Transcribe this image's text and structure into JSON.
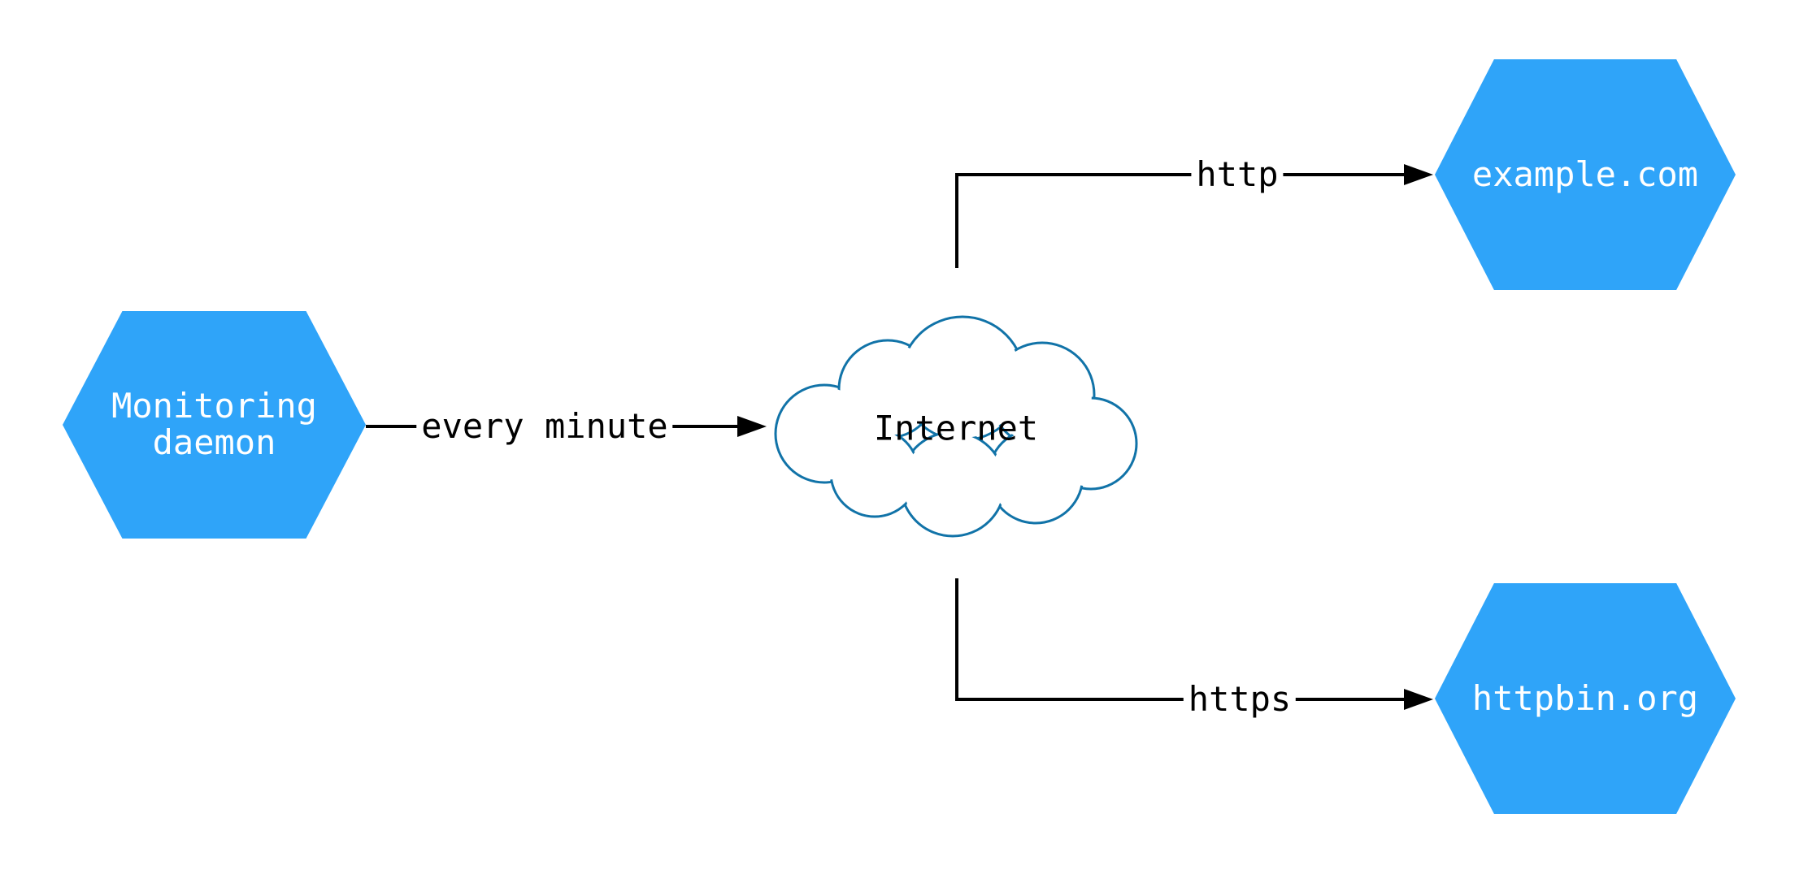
{
  "nodes": {
    "monitoring": {
      "label": "Monitoring\ndaemon"
    },
    "internet": {
      "label": "Internet"
    },
    "example_com": {
      "label": "example.com"
    },
    "httpbin_org": {
      "label": "httpbin.org"
    }
  },
  "edges": {
    "monitoring_to_internet": {
      "label": "every minute"
    },
    "internet_to_example": {
      "label": "http"
    },
    "internet_to_httpbin": {
      "label": "https"
    }
  },
  "colors": {
    "node_fill": "#2FA4F9",
    "node_text": "#FFFFFF",
    "cloud_outline": "#1173A8",
    "cloud_fill": "#FFFFFF",
    "edge_line": "#000000",
    "edge_label_text": "#000000",
    "background": "#FFFFFF"
  }
}
